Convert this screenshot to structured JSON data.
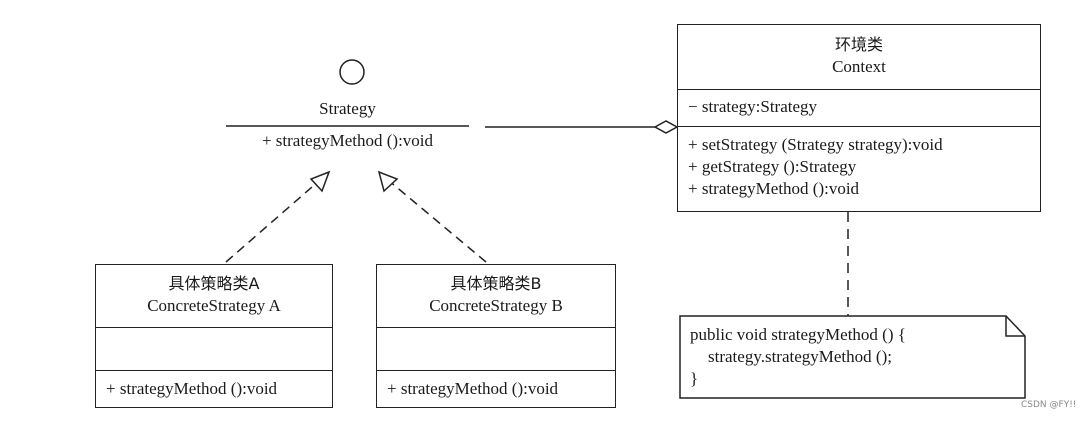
{
  "interface": {
    "name": "Strategy",
    "method": "+ strategyMethod ():void"
  },
  "concrete_a": {
    "cn_name": "具体策略类A",
    "name": "ConcreteStrategy A",
    "method": "+ strategyMethod ():void"
  },
  "concrete_b": {
    "cn_name": "具体策略类B",
    "name": "ConcreteStrategy B",
    "method": "+ strategyMethod ():void"
  },
  "context": {
    "cn_name": "环境类",
    "name": "Context",
    "attribute": "− strategy:Strategy",
    "methods": [
      "+ setStrategy (Strategy strategy):void",
      "+ getStrategy ():Strategy",
      "+ strategyMethod ():void"
    ]
  },
  "note": {
    "lines": [
      "public void strategyMethod () {",
      "strategy.strategyMethod ();",
      "}"
    ]
  },
  "watermark": "CSDN @FY!!"
}
